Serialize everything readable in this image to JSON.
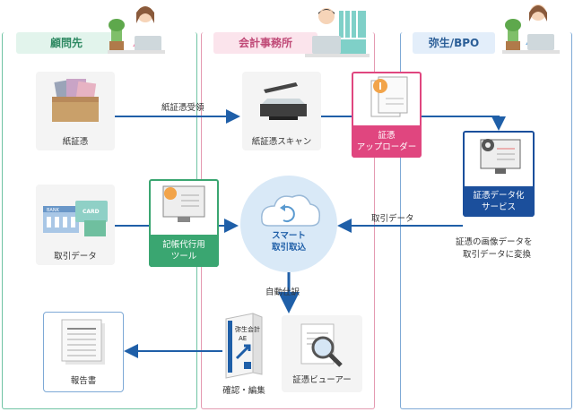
{
  "lanes": {
    "client": {
      "title": "顧問先",
      "color": "#6fc3a3",
      "header_bg": "#e2f4ec"
    },
    "office": {
      "title": "会計事務所",
      "color": "#e49ab1",
      "header_bg": "#fbe4ec"
    },
    "yayoi": {
      "title": "弥生/BPO",
      "color": "#7ea9d6",
      "header_bg": "#e3eefa"
    }
  },
  "cards": {
    "paper_receipt": "紙証憑",
    "transaction_data": "取引データ",
    "report": "報告書",
    "scan": "紙証憑スキャン",
    "confirm_edit": "確認・編集",
    "receipt_viewer": "証憑ビューアー"
  },
  "boxes": {
    "uploader": [
      "証憑",
      "アップローダー"
    ],
    "bookkeeping_tool": [
      "記帳代行用",
      "ツール"
    ],
    "smart_import": [
      "スマート",
      "取引取込"
    ],
    "receipt_dataization": [
      "証憑データ化",
      "サービス"
    ]
  },
  "flow_labels": {
    "paper_receive": "紙証憑受領",
    "transaction_data": "取引データ",
    "auto_journal": "自動仕訳",
    "convert_note_1": "証憑の画像データを",
    "convert_note_2": "取引データに変換"
  },
  "product_box": {
    "brand": "弥生会計",
    "edition": "AE"
  },
  "card_icon_texts": {
    "bank": "BANK",
    "card": "CARD"
  },
  "colors": {
    "arrow": "#1f5fa8",
    "office_box": "#e0467f",
    "tool_box": "#3aa671",
    "service_box": "#1b4f9c",
    "cloud_ring": "#d9e9f7"
  }
}
